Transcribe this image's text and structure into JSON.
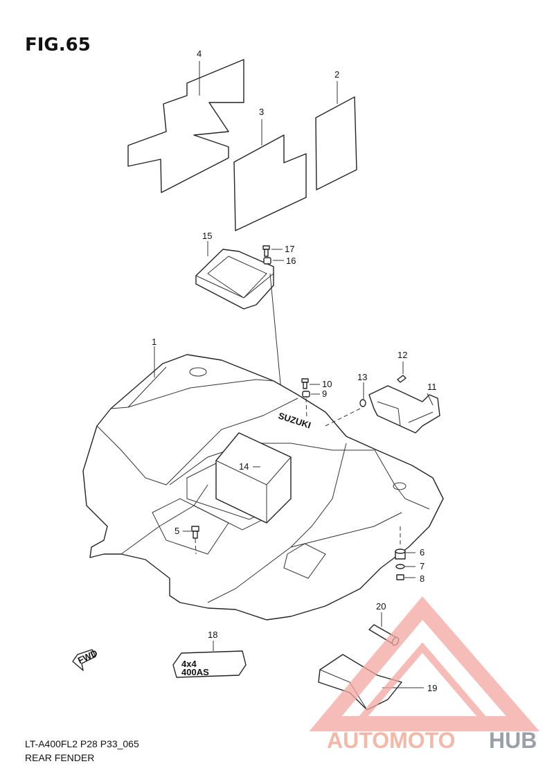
{
  "figure": {
    "title": "FIG.65",
    "model_code": "LT-A400FL2  P28 P33_065",
    "section_name": "REAR FENDER"
  },
  "callouts": [
    "1",
    "2",
    "3",
    "4",
    "5",
    "6",
    "7",
    "8",
    "9",
    "10",
    "11",
    "12",
    "13",
    "14",
    "15",
    "16",
    "17",
    "18",
    "19",
    "20"
  ],
  "direction_marker": "FWD",
  "emblem_text": {
    "line1": "4x4",
    "line2": "400AS"
  },
  "fender_text": "SUZUKI",
  "watermark": {
    "brand_part1": "AUTOMOTO",
    "brand_part2": "HUB",
    "color_primary": "#f4a6a0",
    "color_secondary": "#9aa0a8"
  }
}
